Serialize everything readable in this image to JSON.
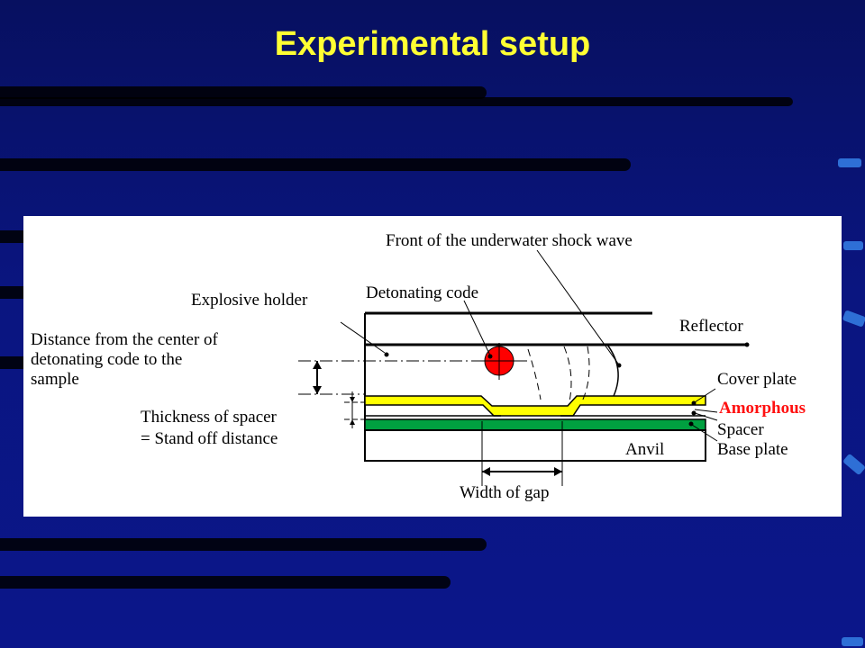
{
  "title": "Experimental setup",
  "labels": {
    "shock_front": "Front of the underwater shock wave",
    "detonating_code": "Detonating code",
    "explosive_holder": "Explosive holder",
    "reflector": "Reflector",
    "distance_line1": "Distance from the center of",
    "distance_line2": "detonating code to the",
    "distance_line3": "sample",
    "cover_plate": "Cover plate",
    "amorphous": "Amorphous",
    "spacer": "Spacer",
    "base_plate": "Base plate",
    "thickness_line1": "Thickness of spacer",
    "thickness_line2": "= Stand off distance",
    "anvil": "Anvil",
    "width_of_gap": "Width of gap"
  },
  "colors": {
    "title": "#ffff33",
    "background": "#0a1580",
    "cover_plate": "#ffff00",
    "base_plate": "#009933",
    "detonating_code": "#ff0000",
    "amorphous_text": "#ff1010",
    "accent": "#2e6fd6"
  }
}
